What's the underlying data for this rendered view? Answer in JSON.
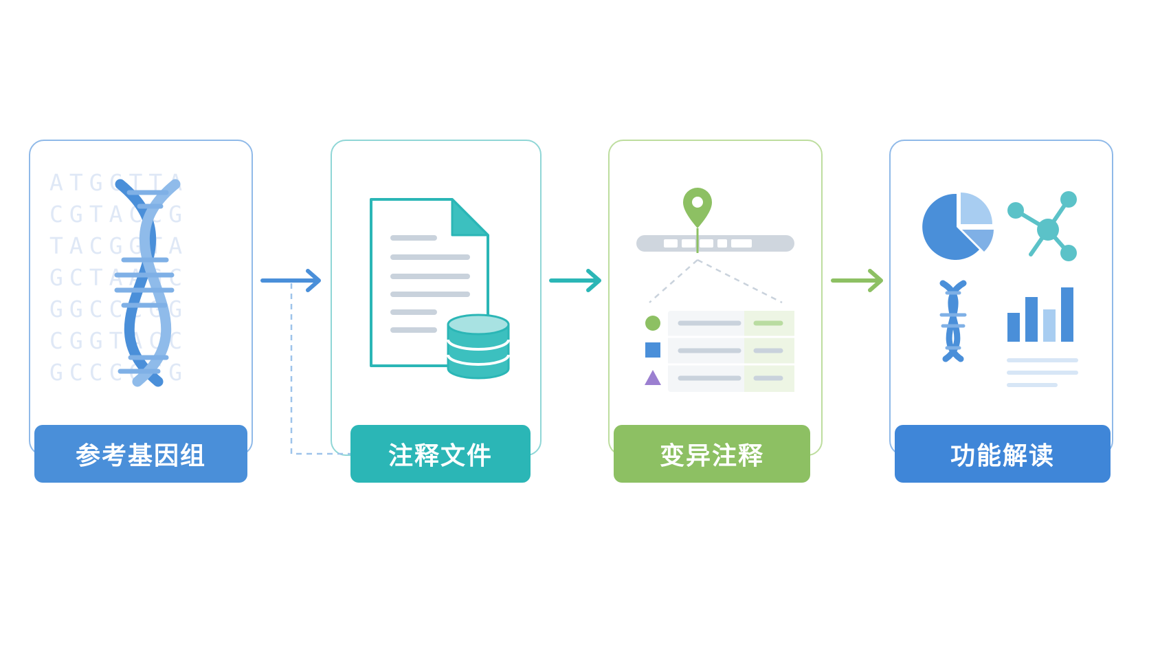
{
  "steps": [
    {
      "label": "参考基因组",
      "color": "#4a8fd9",
      "border": "#8fb9e8"
    },
    {
      "label": "注释文件",
      "color": "#2bb6b6",
      "border": "#8fd6d6"
    },
    {
      "label": "变异注释",
      "color": "#8dc063",
      "border": "#bddd9e"
    },
    {
      "label": "功能解读",
      "color": "#3f86d8",
      "border": "#8fb9e8"
    }
  ],
  "background_sequence": [
    "ATGCTTA",
    "CGTACCG",
    "TACGGTA",
    "GCTAAGC",
    "GGCCCGG",
    "CGGTACC",
    "GCCCGCG"
  ],
  "icons": {
    "step1": "dna-helix-icon",
    "step2": [
      "document-icon",
      "database-icon"
    ],
    "step3": [
      "location-pin-icon",
      "genome-track-icon",
      "annotation-table-icon"
    ],
    "step4": [
      "pie-chart-icon",
      "network-icon",
      "dna-helix-icon",
      "bar-chart-icon"
    ]
  }
}
